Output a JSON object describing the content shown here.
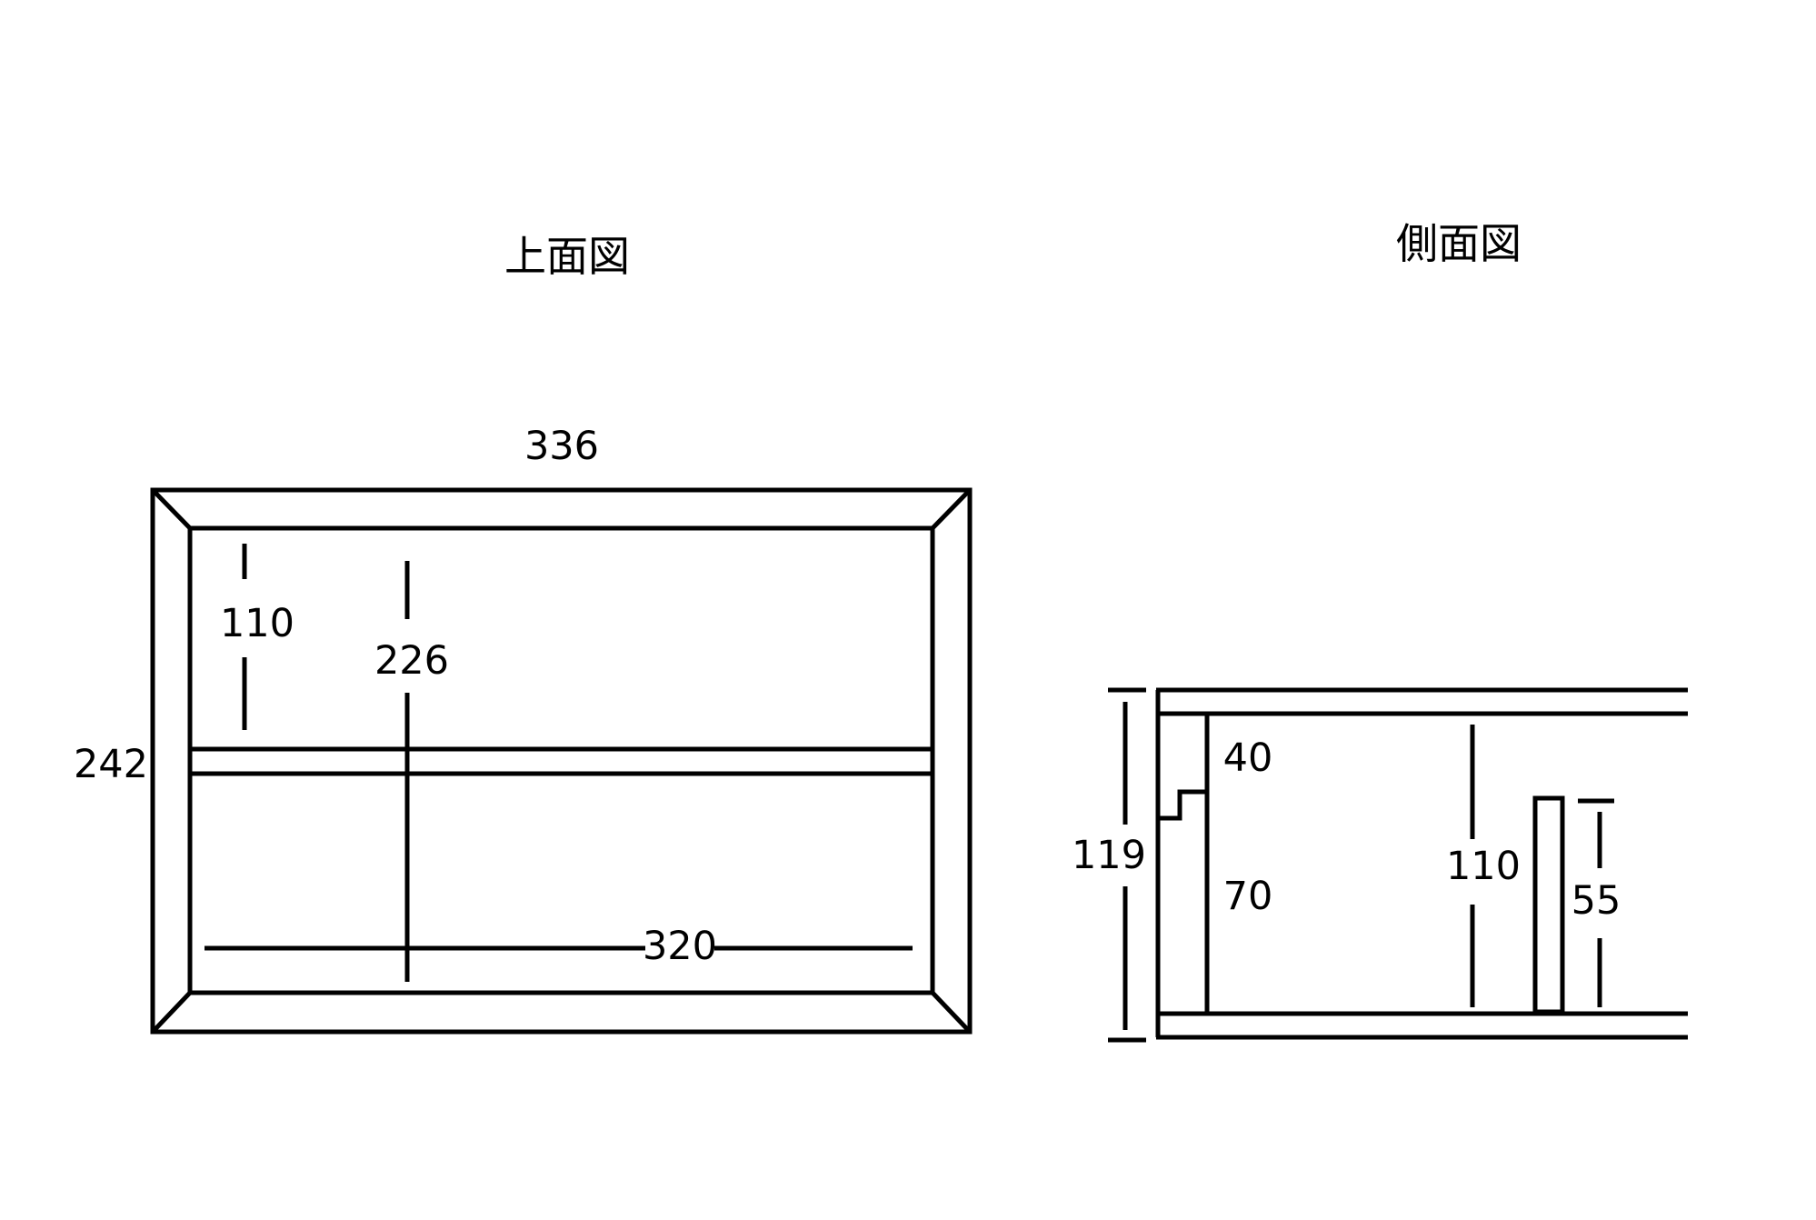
{
  "top_view": {
    "title": "上面図",
    "width_label": "336",
    "depth_label": "242",
    "shelf_depth_label": "110",
    "inner_depth_label": "226",
    "inner_width_label": "320"
  },
  "side_view": {
    "title": "側面図",
    "height_label": "119",
    "upper_gap_label": "40",
    "lower_gap_label": "70",
    "inner_height_label": "110",
    "divider_height_label": "55"
  }
}
